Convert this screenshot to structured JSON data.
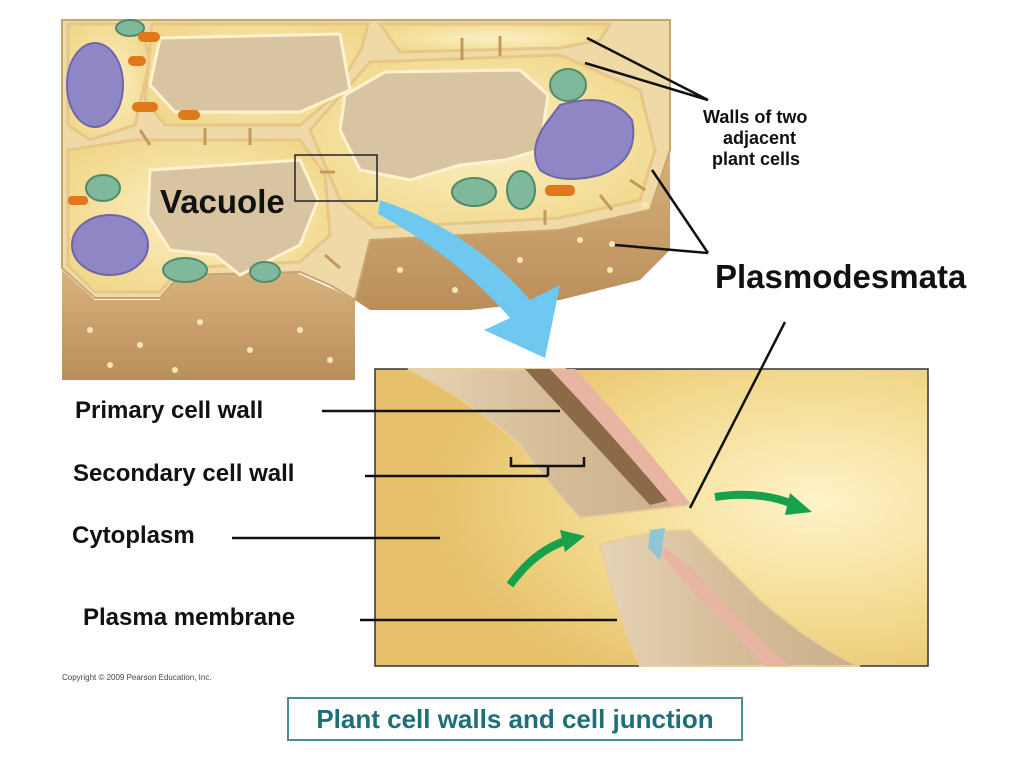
{
  "labels": {
    "walls_of_two": "Walls of two",
    "adjacent": "adjacent",
    "plant_cells": "plant cells",
    "vacuole": "Vacuole",
    "plasmodesmata": "Plasmodesmata",
    "primary_cell_wall": "Primary cell wall",
    "secondary_cell_wall": "Secondary cell wall",
    "cytoplasm": "Cytoplasm",
    "plasma_membrane": "Plasma membrane"
  },
  "copyright": "Copyright © 2009 Pearson Education, Inc.",
  "caption": "Plant cell walls and cell junction",
  "colors": {
    "wall_tan": "#c9a574",
    "cytoplasm_yellow": "#f6e6a8",
    "vacuole_tan": "#d9c4a2",
    "nucleus_purple": "#8f86c6",
    "chloroplast_green": "#7fb89a",
    "mitochondria_orange": "#e0781c",
    "arrow_blue": "#6fc8f0",
    "arrow_green": "#17a14a",
    "caption_teal": "#1f6f78"
  }
}
